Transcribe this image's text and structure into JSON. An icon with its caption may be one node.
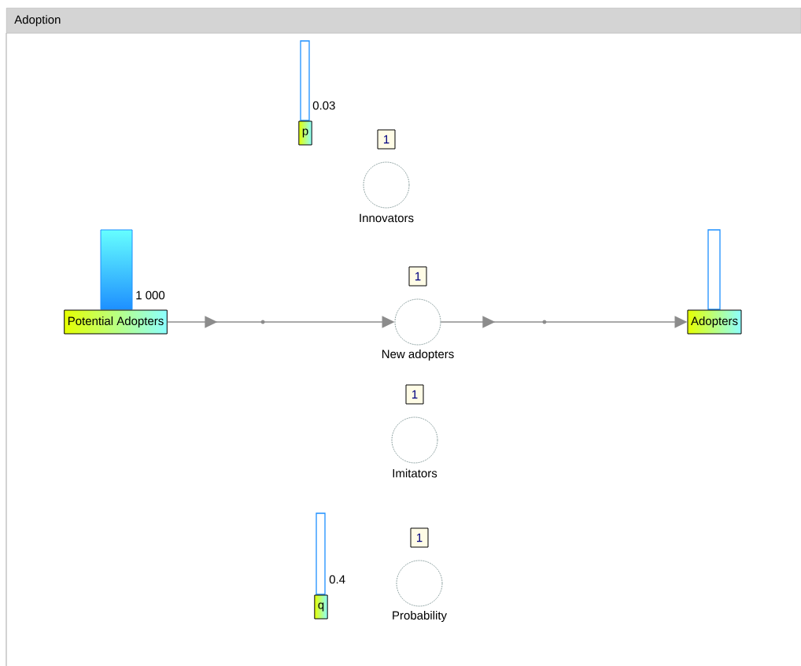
{
  "diagram": {
    "title": "Adoption",
    "nodes": [
      {
        "text": [
          "p"
        ],
        "beside": [
          "0.03"
        ]
      },
      {
        "text": [
          "Innovators"
        ],
        "beside": [
          "1"
        ]
      },
      {
        "text": [
          "Potential Adopters"
        ],
        "beside": [
          "1 000"
        ]
      },
      {
        "text": [
          "New adopters"
        ],
        "beside": [
          "1"
        ]
      },
      {
        "text": [
          "Adopters"
        ]
      },
      {
        "text": [
          "Imitators"
        ],
        "beside": [
          "1"
        ]
      },
      {
        "text": [
          "q"
        ],
        "beside": [
          "0.4"
        ]
      },
      {
        "text": [
          "Probability"
        ],
        "beside": [
          "1"
        ]
      }
    ],
    "edges": [
      {
        "from": 2,
        "to": 3,
        "arrow": "to"
      },
      {
        "from": 3,
        "to": 4,
        "arrow": "to"
      }
    ]
  }
}
